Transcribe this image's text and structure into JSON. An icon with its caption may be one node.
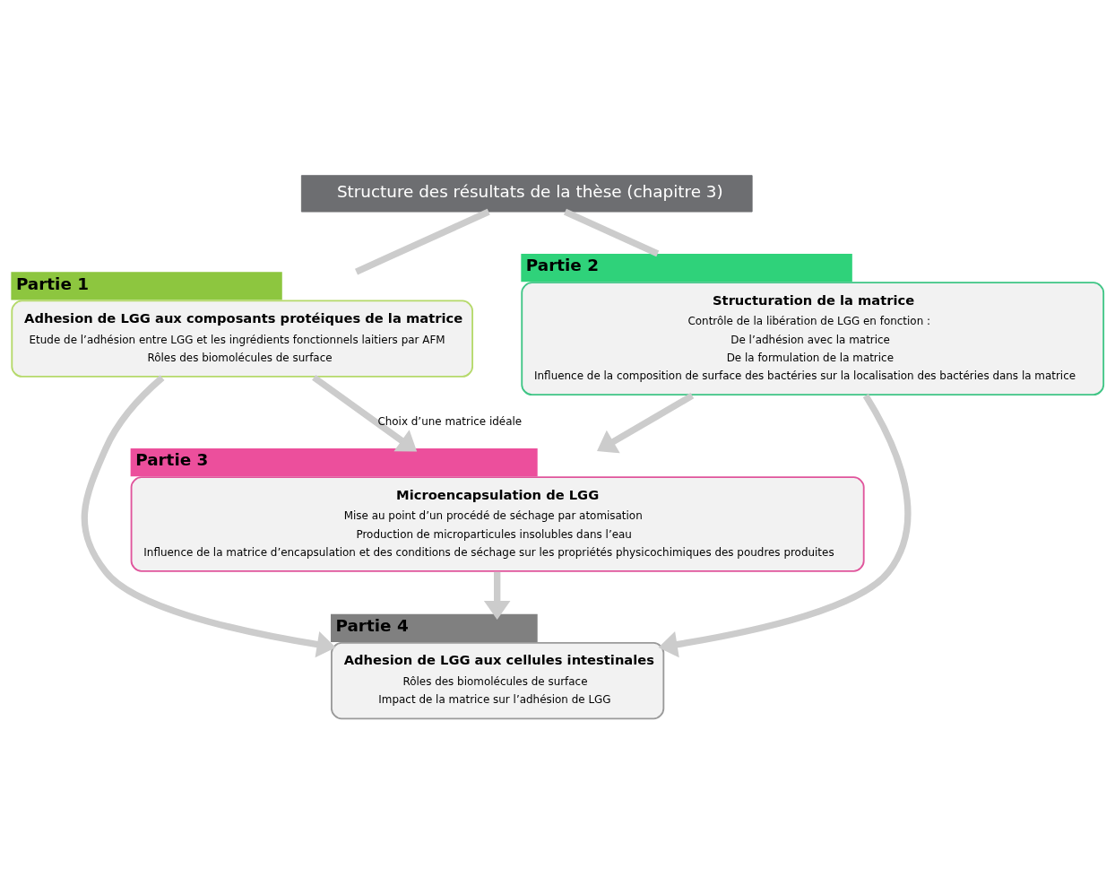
{
  "diagram": {
    "nodes": [
      {
        "text": [
          "Structure des résultats de la thèse (chapitre 3)"
        ]
      },
      {
        "text": [
          "Partie 1",
          "Adhesion de LGG aux composants protéiques de la matrice",
          "Etude de l’adhésion entre LGG et les ingrédients fonctionnels laitiers par AFM",
          "Rôles des biomolécules de surface"
        ]
      },
      {
        "text": [
          "Partie 2",
          "Structuration de la matrice",
          "Contrôle de la libération de LGG en fonction :",
          "De l’adhésion avec la matrice",
          "De la formulation de la matrice",
          "Influence de la composition de surface des bactéries sur la localisation des bactéries dans la matrice"
        ]
      },
      {
        "text": [
          "Partie 3",
          "Microencapsulation de LGG",
          "Mise au point d’un procédé de séchage par atomisation",
          "Production de microparticules insolubles dans l’eau",
          "Influence de la matrice d’encapsulation et des conditions de séchage sur les propriétés physicochimiques des poudres produites"
        ]
      },
      {
        "text": [
          "Partie 4",
          "Adhesion de LGG aux cellules intestinales",
          "Rôles des biomolécules de surface",
          "Impact de la matrice sur l’adhésion de LGG"
        ]
      }
    ],
    "edges": [
      {
        "from": 0,
        "to": 1,
        "arrow": "none"
      },
      {
        "from": 0,
        "to": 2,
        "arrow": "none"
      },
      {
        "from": 1,
        "to": 3,
        "arrow": "to",
        "label": "Choix d’une matrice idéale"
      },
      {
        "from": 2,
        "to": 3,
        "arrow": "to"
      },
      {
        "from": 3,
        "to": 4,
        "arrow": "to"
      },
      {
        "from": 1,
        "to": 4,
        "arrow": "to"
      },
      {
        "from": 2,
        "to": 4,
        "arrow": "to"
      }
    ]
  }
}
